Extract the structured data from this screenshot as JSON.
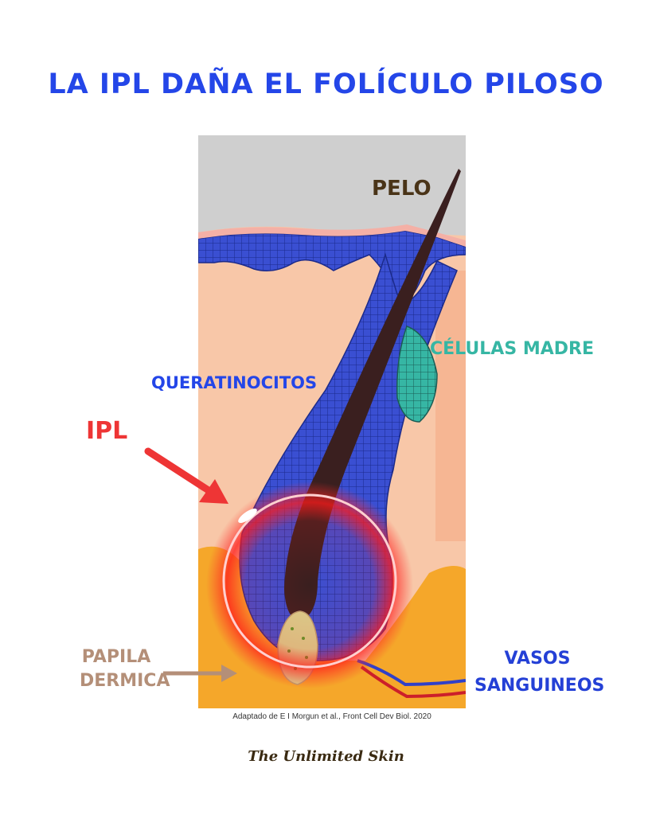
{
  "title": "LA IPL DAÑA EL FOLÍCULO PILOSO",
  "labels": {
    "pelo": "PELO",
    "celulas_madre": "CÉLULAS MADRE",
    "queratinocitos": "QUERATINOCITOS",
    "ipl": "IPL",
    "papila_line1": "PAPILA",
    "papila_line2": "DERMICA",
    "vasos_line1": "VASOS",
    "vasos_line2": "SANGUINEOS"
  },
  "source": "Adaptado de E I Morgun et al., Front Cell Dev Biol. 2020",
  "brand": "The Unlimited Skin",
  "colors": {
    "title": "#2446e8",
    "ipl": "#ee3535",
    "keratinocytes": "#3a4fd2",
    "stem_cells": "#36b6a4",
    "dermis": "#f8c7a8",
    "hypodermis": "#f5a72a",
    "hair": "#3a1f1f",
    "papilla": "#d8d28e",
    "artery": "#cc1f2a",
    "vein": "#3040c8"
  },
  "icons": {
    "ipl_arrow": "arrow-icon",
    "papila_arrow": "arrow-icon"
  }
}
